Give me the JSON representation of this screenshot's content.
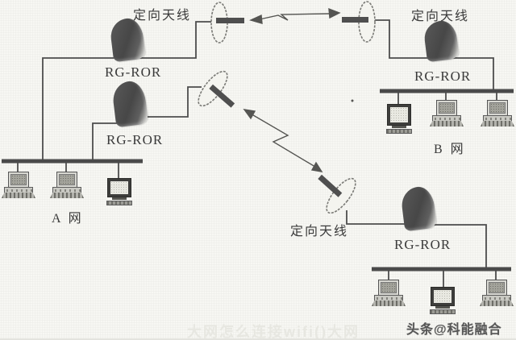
{
  "labels": {
    "antenna_top_left": "定向天线",
    "antenna_top_right": "定向天线",
    "antenna_bottom": "定向天线",
    "device1": "RG-ROR",
    "device2": "RG-ROR",
    "device3": "RG-ROR",
    "device4": "RG-ROR",
    "network_a": "A 网",
    "network_b": "B 网"
  },
  "watermarks": {
    "brand": "头条@科能融合",
    "faint_caption": "大网怎么连接wifi()大网"
  },
  "networks": [
    {
      "name": "A 网",
      "computer_count": 3,
      "access_points": 2
    },
    {
      "name": "B 网",
      "computer_count": 3,
      "access_points": 1
    },
    {
      "name": "",
      "computer_count": 3,
      "access_points": 1
    }
  ],
  "icons": {
    "antenna_dish": "directional-antenna-dish",
    "wireless_link": "zigzag-wireless-link",
    "desktop_pc": "desktop-computer",
    "terminal_pc": "monitor-terminal"
  },
  "colors": {
    "line": "#4d4d4d",
    "bus": "#4a4a4a",
    "device_body": "#4f4f4f",
    "antenna_fill": "#f4f4ef",
    "background": "#f7f7f3",
    "text": "#3a3a3a",
    "watermark": "#565656"
  }
}
